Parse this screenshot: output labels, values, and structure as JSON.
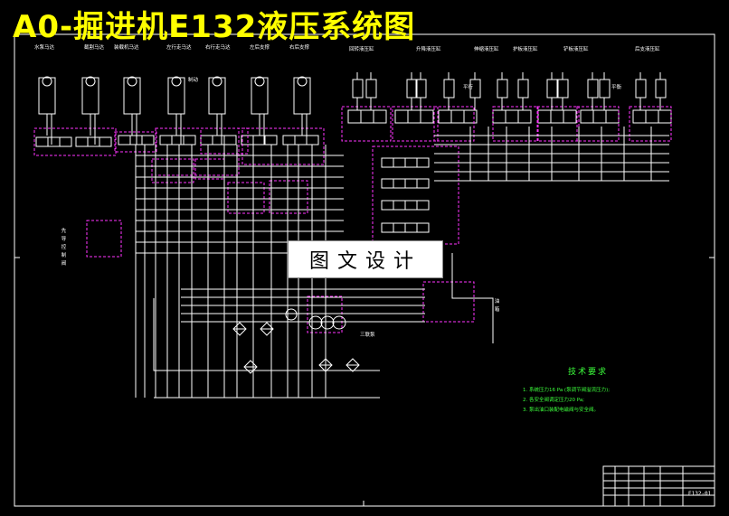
{
  "title": "A0-掘进机E132液压系统图",
  "watermark": "图文设计",
  "top_labels": [
    "水泵马达",
    "截割马达",
    "装载机马达",
    "左行走马达",
    "右行走马达",
    "左后支撑",
    "右后支撑",
    "回转液压缸",
    "升降液压缸",
    "伸缩液压缸",
    "护板液压缸",
    "铲板液压缸",
    "后支液压缸"
  ],
  "side_labels": {
    "left_valve": "先导控制阀",
    "right_pump": "油箱",
    "center_pump": "三联泵",
    "rotate": "制动",
    "parallel": "平行",
    "balance": "平衡"
  },
  "tech_requirements": {
    "heading": "技术要求",
    "items": [
      "1. 系统压力16 Pa (泵调节阀溢流压力);",
      "2. 各安全阀调定压力20 Pa;",
      "3. 泵出油口装配电磁阀与安全阀。"
    ]
  },
  "title_block": {
    "drawing_no": "E132-01"
  },
  "colors": {
    "lines": "#ffffff",
    "dashed_boxes": "#ff33ff",
    "title": "#ffff00",
    "notes": "#3cff3c",
    "background": "#000000"
  }
}
